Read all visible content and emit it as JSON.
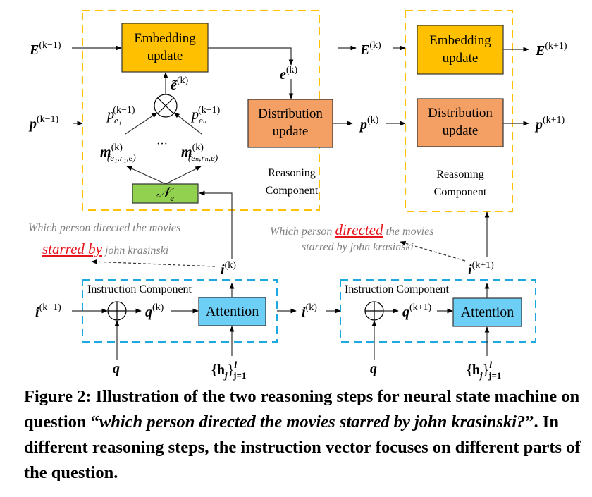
{
  "colors": {
    "embedding": "#FFC000",
    "distribution": "#F4A064",
    "neighbor": "#92D050",
    "attention": "#6DCFF6",
    "reasoning_border": "#FFC000",
    "instruction_border": "#1EA8E0",
    "highlight": "#E8141B"
  },
  "boxes": {
    "embedding_update": [
      "Embedding",
      "update"
    ],
    "distribution_update": [
      "Distribution",
      "update"
    ],
    "attention": "Attention",
    "neighbor": {
      "base": "𝒩",
      "sub": "e"
    }
  },
  "components": {
    "reasoning": [
      "Reasoning",
      "Component"
    ],
    "instruction": "Instruction Component"
  },
  "symbols": {
    "E_km1": {
      "base": "E",
      "sup": "(k−1)"
    },
    "p_km1": {
      "base": "p",
      "sup": "(k−1)"
    },
    "E_k": {
      "base": "E",
      "sup": "(k)"
    },
    "p_k": {
      "base": "p",
      "sup": "(k)"
    },
    "E_kp1": {
      "base": "E",
      "sup": "(k+1)"
    },
    "p_kp1": {
      "base": "p",
      "sup": "(k+1)"
    },
    "e_k": {
      "base": "e",
      "sup": "(k)"
    },
    "etilde_k": {
      "base": "ẽ",
      "sup": "(k)"
    },
    "pe1": {
      "base": "p",
      "sub": "e₁",
      "sup": "(k−1)"
    },
    "pen": {
      "base": "p",
      "sub": "eₙ",
      "sup": "(k−1)"
    },
    "m1": {
      "base": "m",
      "sup": "(k)",
      "sub": "(e₁,r₁,e)"
    },
    "mn": {
      "base": "m",
      "sup": "(k)",
      "sub": "(eₙ,rₙ,e)"
    },
    "dots": "···",
    "i_k": {
      "base": "i",
      "sup": "(k)"
    },
    "i_km1": {
      "base": "i",
      "sup": "(k−1)"
    },
    "i_kp1": {
      "base": "i",
      "sup": "(k+1)"
    },
    "q_k": {
      "base": "q",
      "sup": "(k)"
    },
    "q_kp1": {
      "base": "q",
      "sup": "(k+1)"
    },
    "q": "q",
    "h": {
      "base": "{h",
      "sub_j": "j",
      "close": "}",
      "sup": "l",
      "sub": "j=1"
    }
  },
  "questions": {
    "step1": {
      "line1": "Which person directed the movies",
      "highlight": "starred by",
      "rest": "john krasinski"
    },
    "step2": {
      "pre": "Which person",
      "highlight": "directed",
      "post": "the movies",
      "line2": "starred by john krasinski"
    }
  },
  "caption": {
    "label": "Figure 2:",
    "text1": " Illustration of the two reasoning steps for neural state machine on question “",
    "question": "which person directed the movies starred by john krasinski?",
    "text2": "”. In different reasoning steps, the instruction vector focuses on different parts of the question."
  }
}
